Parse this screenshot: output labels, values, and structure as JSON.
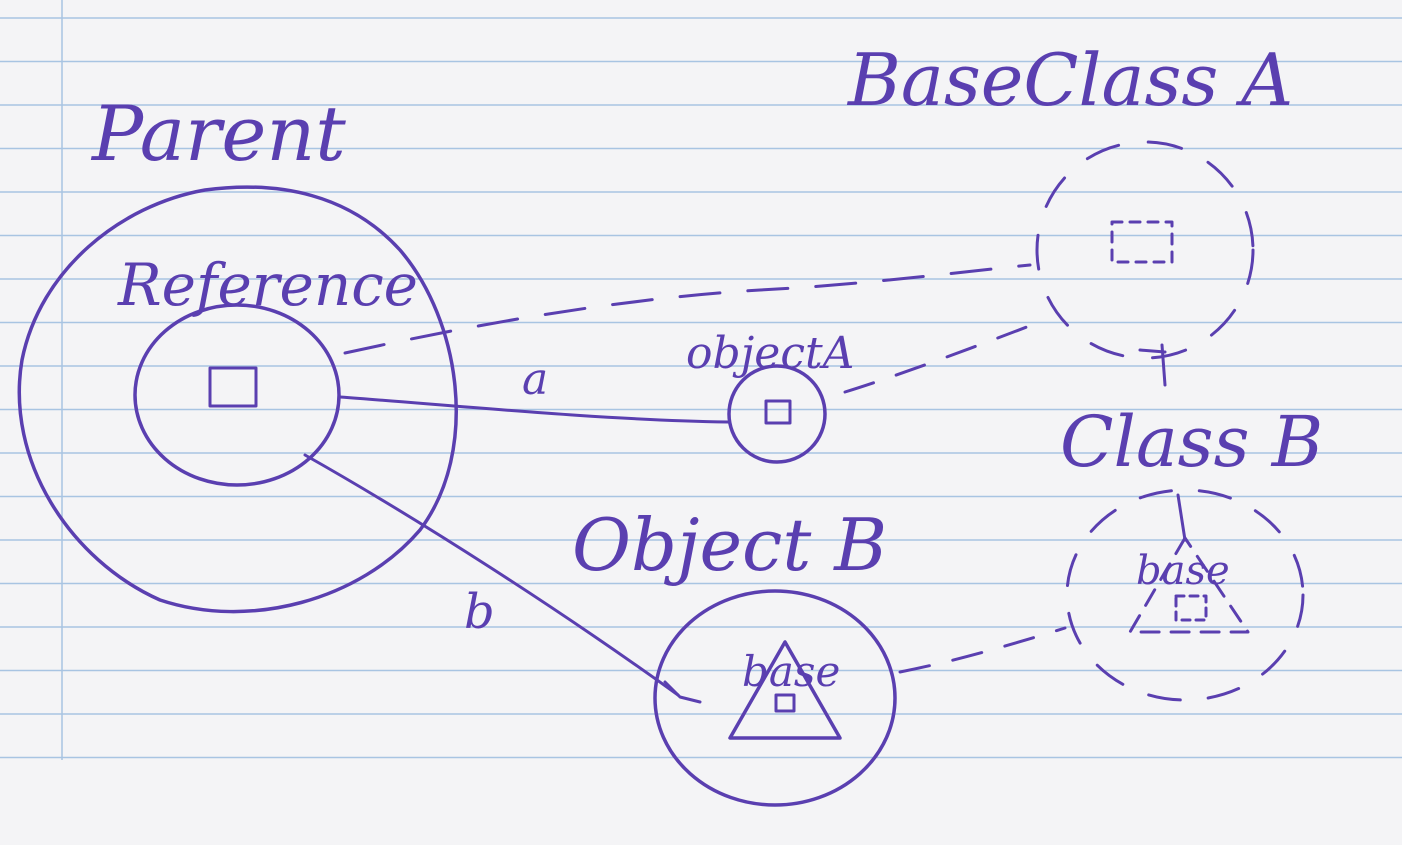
{
  "labels": {
    "parent": "Parent",
    "reference": "Reference",
    "base_class_a": "BaseClass A",
    "object_a": "objectA",
    "class_b": "Class B",
    "object_b": "Object B",
    "edge_a": "a",
    "edge_b": "b",
    "base_in_object_b": "base",
    "base_in_class_b": "base"
  },
  "colors": {
    "ink": "#5a3fb0",
    "paper": "#f4f4f6",
    "rule_lines": "#a8c4e2",
    "margin_line": "#a8c4e2"
  }
}
